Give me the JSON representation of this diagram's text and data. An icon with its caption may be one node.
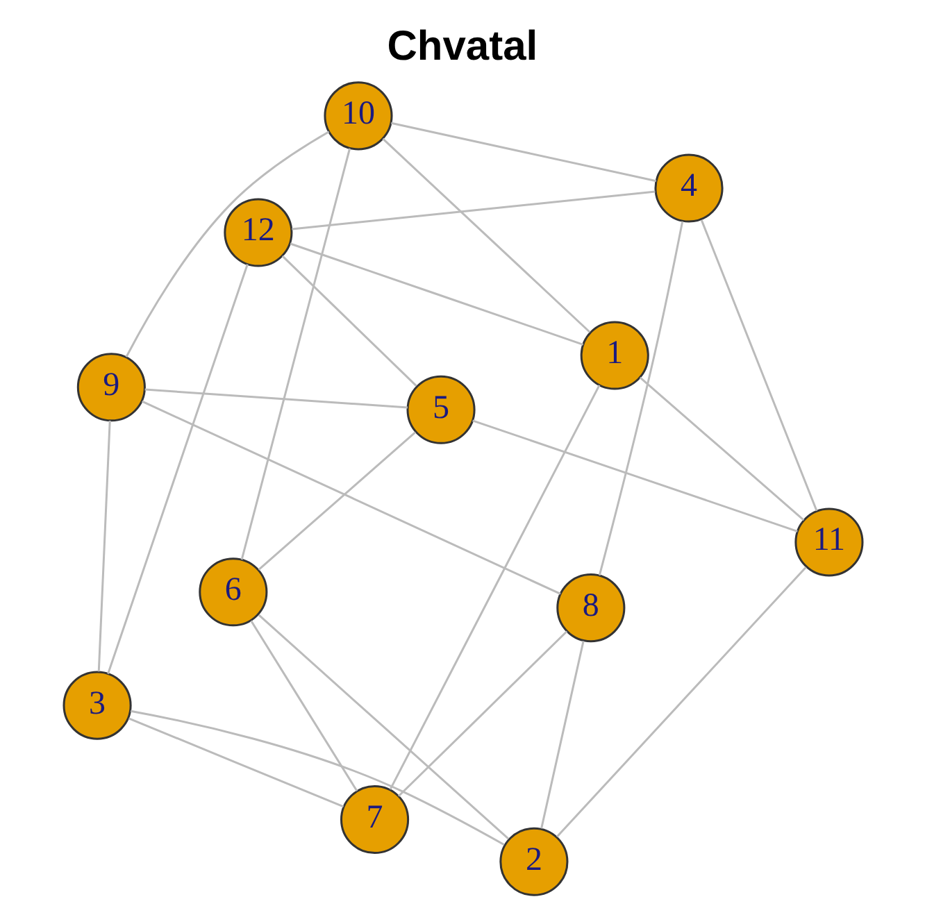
{
  "diagram": {
    "title": "Chvatal",
    "nodes": [
      {
        "text": [
          "10"
        ]
      },
      {
        "text": [
          "11"
        ]
      },
      {
        "text": [
          "5"
        ]
      },
      {
        "text": [
          "4"
        ]
      },
      {
        "text": [
          "6"
        ]
      },
      {
        "text": [
          "1"
        ]
      },
      {
        "text": [
          "2"
        ]
      },
      {
        "text": [
          "9"
        ]
      },
      {
        "text": [
          "12"
        ]
      },
      {
        "text": [
          "8"
        ]
      },
      {
        "text": [
          "7"
        ]
      },
      {
        "text": [
          "3"
        ]
      }
    ],
    "edges": [
      {
        "from": 0,
        "to": 4,
        "arrow": "none"
      },
      {
        "from": 0,
        "to": 3,
        "arrow": "none"
      },
      {
        "from": 0,
        "to": 5,
        "arrow": "none"
      },
      {
        "from": 0,
        "to": 7,
        "arrow": "none"
      },
      {
        "from": 1,
        "to": 2,
        "arrow": "none"
      },
      {
        "from": 1,
        "to": 6,
        "arrow": "none"
      },
      {
        "from": 1,
        "to": 5,
        "arrow": "none"
      },
      {
        "from": 1,
        "to": 3,
        "arrow": "none"
      },
      {
        "from": 4,
        "to": 2,
        "arrow": "none"
      },
      {
        "from": 4,
        "to": 6,
        "arrow": "none"
      },
      {
        "from": 4,
        "to": 10,
        "arrow": "none"
      },
      {
        "from": 2,
        "to": 7,
        "arrow": "none"
      },
      {
        "from": 2,
        "to": 8,
        "arrow": "none"
      },
      {
        "from": 3,
        "to": 9,
        "arrow": "none"
      },
      {
        "from": 3,
        "to": 8,
        "arrow": "none"
      },
      {
        "from": 5,
        "to": 10,
        "arrow": "none"
      },
      {
        "from": 5,
        "to": 8,
        "arrow": "none"
      },
      {
        "from": 6,
        "to": 9,
        "arrow": "none"
      },
      {
        "from": 6,
        "to": 11,
        "arrow": "none"
      },
      {
        "from": 7,
        "to": 9,
        "arrow": "none"
      },
      {
        "from": 7,
        "to": 11,
        "arrow": "none"
      },
      {
        "from": 10,
        "to": 9,
        "arrow": "none"
      },
      {
        "from": 10,
        "to": 11,
        "arrow": "none"
      },
      {
        "from": 8,
        "to": 11,
        "arrow": "none"
      }
    ]
  }
}
